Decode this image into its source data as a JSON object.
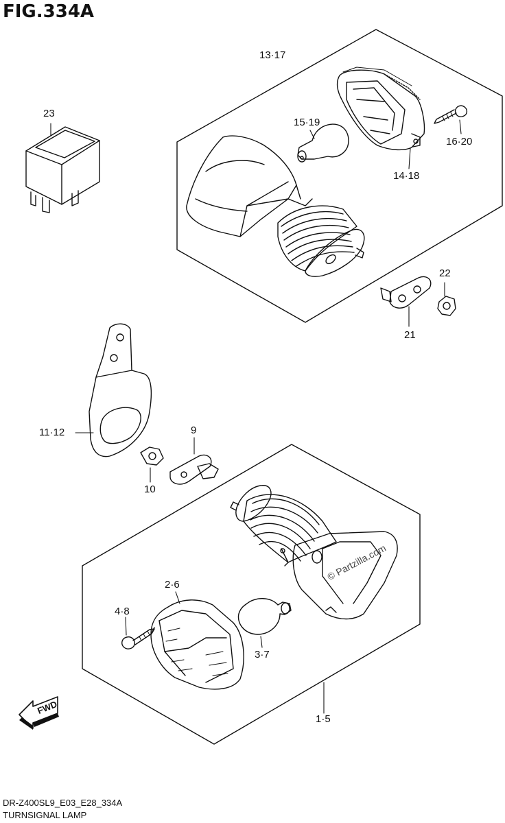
{
  "figure": {
    "title": "FIG.334A"
  },
  "callouts": {
    "c13_17": "13·17",
    "c23": "23",
    "c15_19": "15·19",
    "c16_20": "16·20",
    "c14_18": "14·18",
    "c22": "22",
    "c21": "21",
    "c11_12": "11·12",
    "c9": "9",
    "c10": "10",
    "c2_6": "2·6",
    "c4_8": "4·8",
    "c3_7": "3·7",
    "c1_5": "1·5"
  },
  "fwd_label": "FWD",
  "watermark": "© Partzilla.com",
  "footer": {
    "code": "DR-Z400SL9_E03_E28_334A",
    "name": "TURNSIGNAL LAMP"
  }
}
